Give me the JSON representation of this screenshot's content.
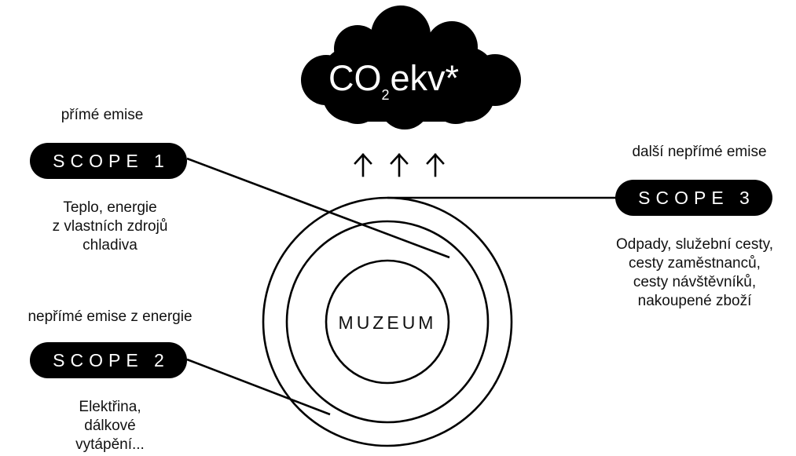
{
  "cloud_text": {
    "main": "CO",
    "sub": "2",
    "suffix": "ekv*"
  },
  "center_label": "MUZEUM",
  "scopes": [
    {
      "label": "SCOPE 1",
      "category": "přímé emise",
      "description_lines": [
        "Teplo, energie",
        "z vlastních zdrojů",
        "chladiva"
      ]
    },
    {
      "label": "SCOPE 2",
      "category": "nepřímé emise z energie",
      "description_lines": [
        "Elektřina,",
        "dálkové",
        "vytápění..."
      ]
    },
    {
      "label": "SCOPE 3",
      "category": "další nepřímé emise",
      "description_lines": [
        "Odpady, služební cesty,",
        "cesty zaměstnanců,",
        "cesty návštěvníků,",
        "nakoupené zboží"
      ]
    }
  ],
  "arrows": [
    "up-arrow",
    "up-arrow",
    "up-arrow"
  ],
  "colors": {
    "ink": "#000000",
    "background": "#ffffff",
    "pill_text": "#ffffff"
  }
}
